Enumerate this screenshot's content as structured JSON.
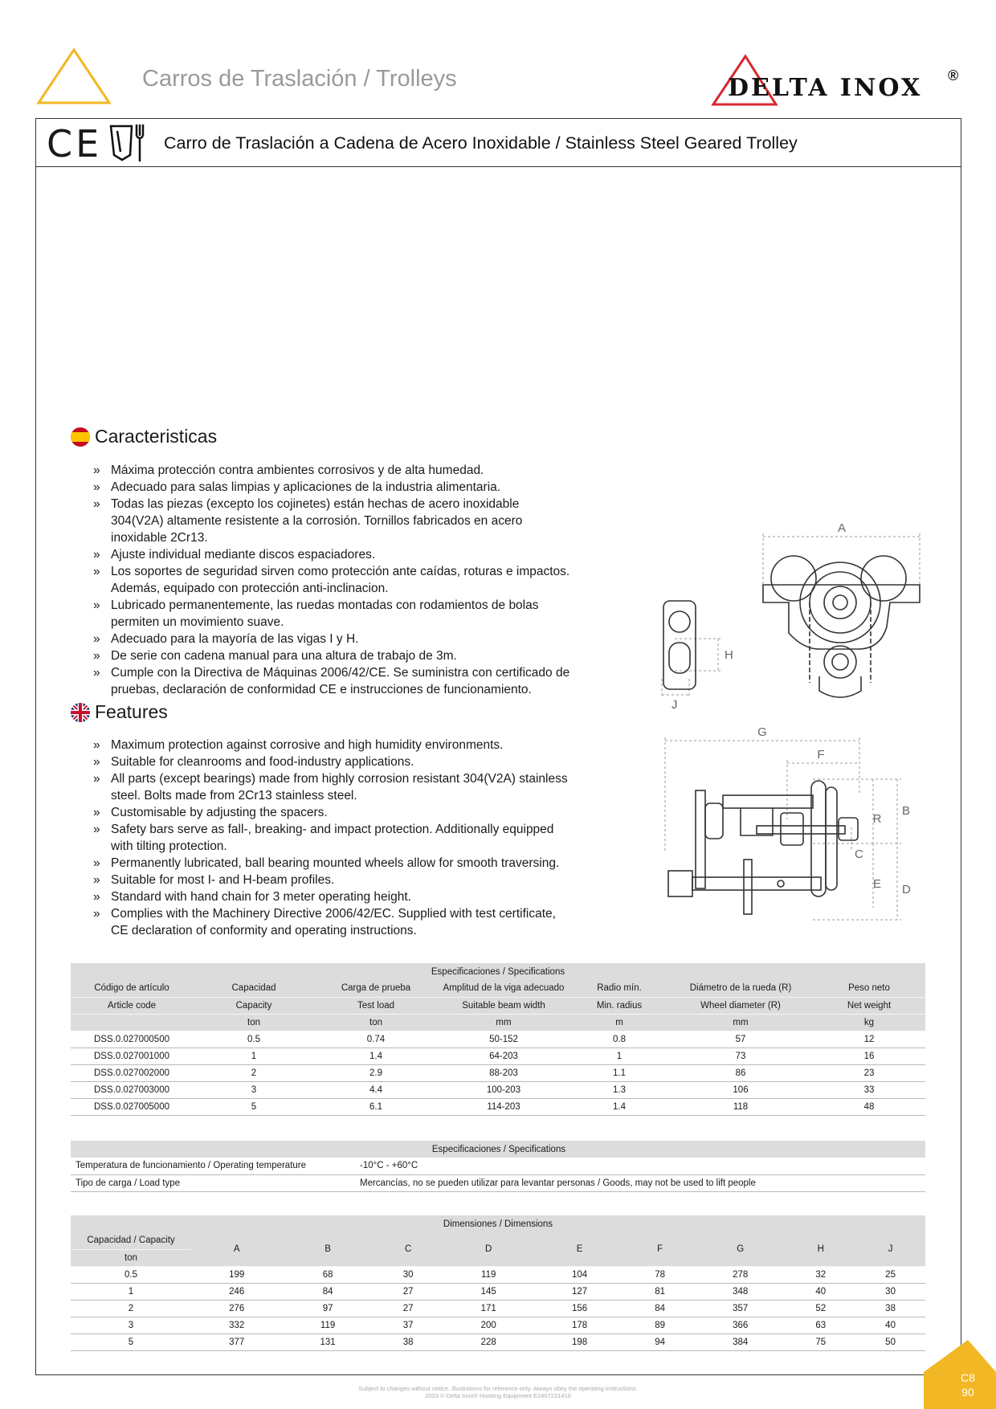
{
  "header": {
    "section_title": "Carros de Traslación / Trolleys",
    "brand": "DELTA INOX",
    "brand_mark": "®"
  },
  "product": {
    "ce_mark": "CE",
    "title": "Carro de Traslación a Cadena de Acero Inoxidable / Stainless Steel Geared Trolley"
  },
  "features_es": {
    "heading": "Caracteristicas",
    "items": [
      "Máxima protección contra ambientes corrosivos y de alta humedad.",
      "Adecuado para salas limpias y aplicaciones de la industria alimentaria.",
      "Todas las piezas (excepto los cojinetes) están hechas de acero inoxidable 304(V2A) altamente resistente a la corrosión. Tornillos fabricados en acero inoxidable 2Cr13.",
      "Ajuste individual mediante discos espaciadores.",
      "Los soportes de seguridad sirven como protección ante caídas, roturas e impactos. Además, equipado con protección anti-inclinacion.",
      "Lubricado permanentemente, las ruedas montadas con rodamientos de bolas permiten un movimiento suave.",
      "Adecuado para la mayoría de las vigas I y H.",
      "De serie con cadena manual para una altura de trabajo de 3m.",
      "Cumple con la Directiva de Máquinas 2006/42/CE. Se suministra con certificado de pruebas, declaración de conformidad CE e instrucciones de funcionamiento."
    ]
  },
  "features_en": {
    "heading": "Features",
    "items": [
      "Maximum protection against corrosive and high humidity environments.",
      "Suitable for cleanrooms and food-industry applications.",
      "All parts (except bearings) made from highly corrosion resistant 304(V2A) stainless steel. Bolts made from 2Cr13 stainless steel.",
      "Customisable by adjusting the spacers.",
      "Safety bars serve as fall-, breaking- and impact protection. Additionally equipped with tilting protection.",
      "Permanently lubricated, ball bearing mounted wheels allow for smooth traversing.",
      "Suitable for most I- and H-beam profiles.",
      "Standard with hand chain for 3 meter operating height.",
      "Complies with the Machinery Directive 2006/42/EC. Supplied with test certificate, CE declaration of conformity and operating instructions."
    ]
  },
  "drawing_labels": {
    "a": "A",
    "b": "B",
    "c": "C",
    "d": "D",
    "e": "E",
    "f": "F",
    "g": "G",
    "h": "H",
    "j": "J",
    "r": "R"
  },
  "spec_table": {
    "caption": "Especificaciones / Specifications",
    "headers_es": [
      "Código de artículo",
      "Capacidad",
      "Carga de prueba",
      "Amplitud de la viga adecuado",
      "Radio mín.",
      "Diámetro de la rueda (R)",
      "Peso neto"
    ],
    "headers_en": [
      "Article code",
      "Capacity",
      "Test load",
      "Suitable beam width",
      "Min. radius",
      "Wheel diameter (R)",
      "Net weight"
    ],
    "units": [
      "",
      "ton",
      "ton",
      "mm",
      "m",
      "mm",
      "kg"
    ],
    "rows": [
      [
        "DSS.0.027000500",
        "0.5",
        "0.74",
        "50-152",
        "0.8",
        "57",
        "12"
      ],
      [
        "DSS.0.027001000",
        "1",
        "1.4",
        "64-203",
        "1",
        "73",
        "16"
      ],
      [
        "DSS.0.027002000",
        "2",
        "2.9",
        "88-203",
        "1.1",
        "86",
        "23"
      ],
      [
        "DSS.0.027003000",
        "3",
        "4.4",
        "100-203",
        "1.3",
        "106",
        "33"
      ],
      [
        "DSS.0.027005000",
        "5",
        "6.1",
        "114-203",
        "1.4",
        "118",
        "48"
      ]
    ]
  },
  "op_table": {
    "caption": "Especificaciones / Specifications",
    "rows": [
      [
        "Temperatura de funcionamiento / Operating temperature",
        "-10°C  -  +60°C"
      ],
      [
        "Tipo de carga / Load type",
        "Mercancías, no se pueden utilizar para levantar personas / Goods, may not be used to lift people"
      ]
    ]
  },
  "dim_table": {
    "caption": "Dimensiones / Dimensions",
    "capacity_label": "Capacidad / Capacity",
    "capacity_unit": "ton",
    "headers": [
      "A",
      "B",
      "C",
      "D",
      "E",
      "F",
      "G",
      "H",
      "J"
    ],
    "rows": [
      [
        "0.5",
        "199",
        "68",
        "30",
        "119",
        "104",
        "78",
        "278",
        "32",
        "25"
      ],
      [
        "1",
        "246",
        "84",
        "27",
        "145",
        "127",
        "81",
        "348",
        "40",
        "30"
      ],
      [
        "2",
        "276",
        "97",
        "27",
        "171",
        "156",
        "84",
        "357",
        "52",
        "38"
      ],
      [
        "3",
        "332",
        "119",
        "37",
        "200",
        "178",
        "89",
        "366",
        "63",
        "40"
      ],
      [
        "5",
        "377",
        "131",
        "38",
        "228",
        "198",
        "94",
        "384",
        "75",
        "50"
      ]
    ]
  },
  "footer": {
    "note1": "Subject to changes without notice. Illustrations for reference only. Always obey the operating instructions.",
    "note2": "2023 © Delta Inox® Hoisting Equipment   E2407231410",
    "corner_code": "C8",
    "page_number": "90"
  },
  "colors": {
    "accent_yellow": "#f2b724",
    "logo_red": "#d8262e",
    "table_header_grey": "#dcdcdc"
  }
}
